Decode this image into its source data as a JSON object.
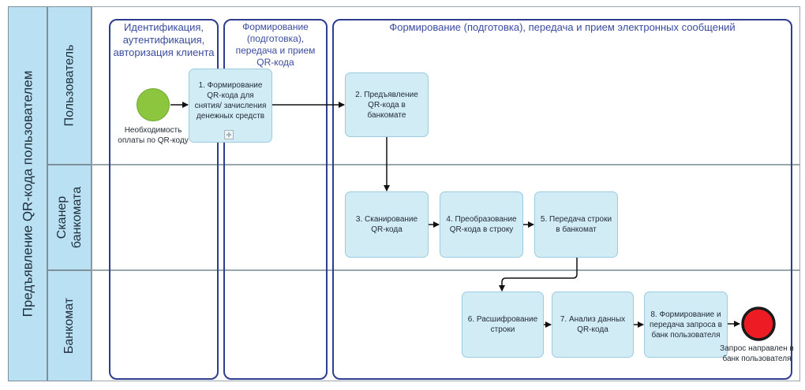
{
  "pool": {
    "title": "Предъявление QR-кода пользователем"
  },
  "lanes": {
    "user": "Пользователь",
    "scanner": "Сканер банкомата",
    "atm": "Банкомат"
  },
  "phases": {
    "identification": "Идентификация, аутентификация, авторизация клиента",
    "formation": "Формирование (подготовка), передача и прием QR-кода",
    "exchange": "Формирование (подготовка), передача и прием электронных сообщений"
  },
  "events": {
    "start": "Необходимость оплаты по QR-коду",
    "end": "Запрос направлен в банк пользователя"
  },
  "tasks": {
    "t1": "1. Формирование QR-кода для снятия/ зачисления денежных средств",
    "t2": "2. Предъявление QR-кода в банкомате",
    "t3": "3. Сканирование QR-кода",
    "t4": "4. Преобразование QR-кода в строку",
    "t5": "5. Передача строки в банкомат",
    "t6": "6. Расшифрование строки",
    "t7": "7. Анализ данных QR-кода",
    "t8": "8. Формирование и передача запроса в банк пользователя"
  },
  "colors": {
    "lane_header": "#b9e0f3",
    "task_fill": "#d2ecf6",
    "phase_border": "#2f3d8f",
    "start_event": "#8cc63f",
    "end_event": "#ed1c24"
  }
}
